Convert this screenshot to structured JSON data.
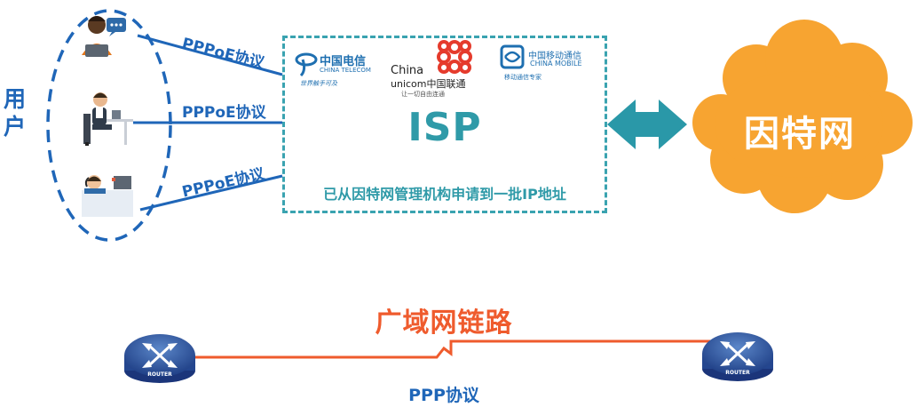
{
  "users": {
    "label_line1": "用",
    "label_line2": "户"
  },
  "links": {
    "pppoe_1": "PPPoE协议",
    "pppoe_2": "PPPoE协议",
    "pppoe_3": "PPPoE协议"
  },
  "isp": {
    "title": "ISP",
    "note": "已从因特网管理机构申请到一批IP地址",
    "telecom_cn": "中国电信",
    "telecom_en": "CHINA TELECOM",
    "telecom_slogan": "世界触手可及",
    "unicom_en_1": "China",
    "unicom_en_2": "unicom中国联通",
    "unicom_slogan": "让一切自由连通",
    "mobile_cn": "中国移动通信",
    "mobile_en": "CHINA MOBILE",
    "mobile_slogan": "移动通信专家"
  },
  "internet": {
    "label": "因特网"
  },
  "wan": {
    "title": "广域网链路",
    "protocol": "PPP协议",
    "router_left": "ROUTER",
    "router_right": "ROUTER"
  },
  "colors": {
    "blue": "#1f66b8",
    "teal": "#3aa3b0",
    "orange_cloud": "#f7a431",
    "wan_line": "#ef5b2d"
  }
}
